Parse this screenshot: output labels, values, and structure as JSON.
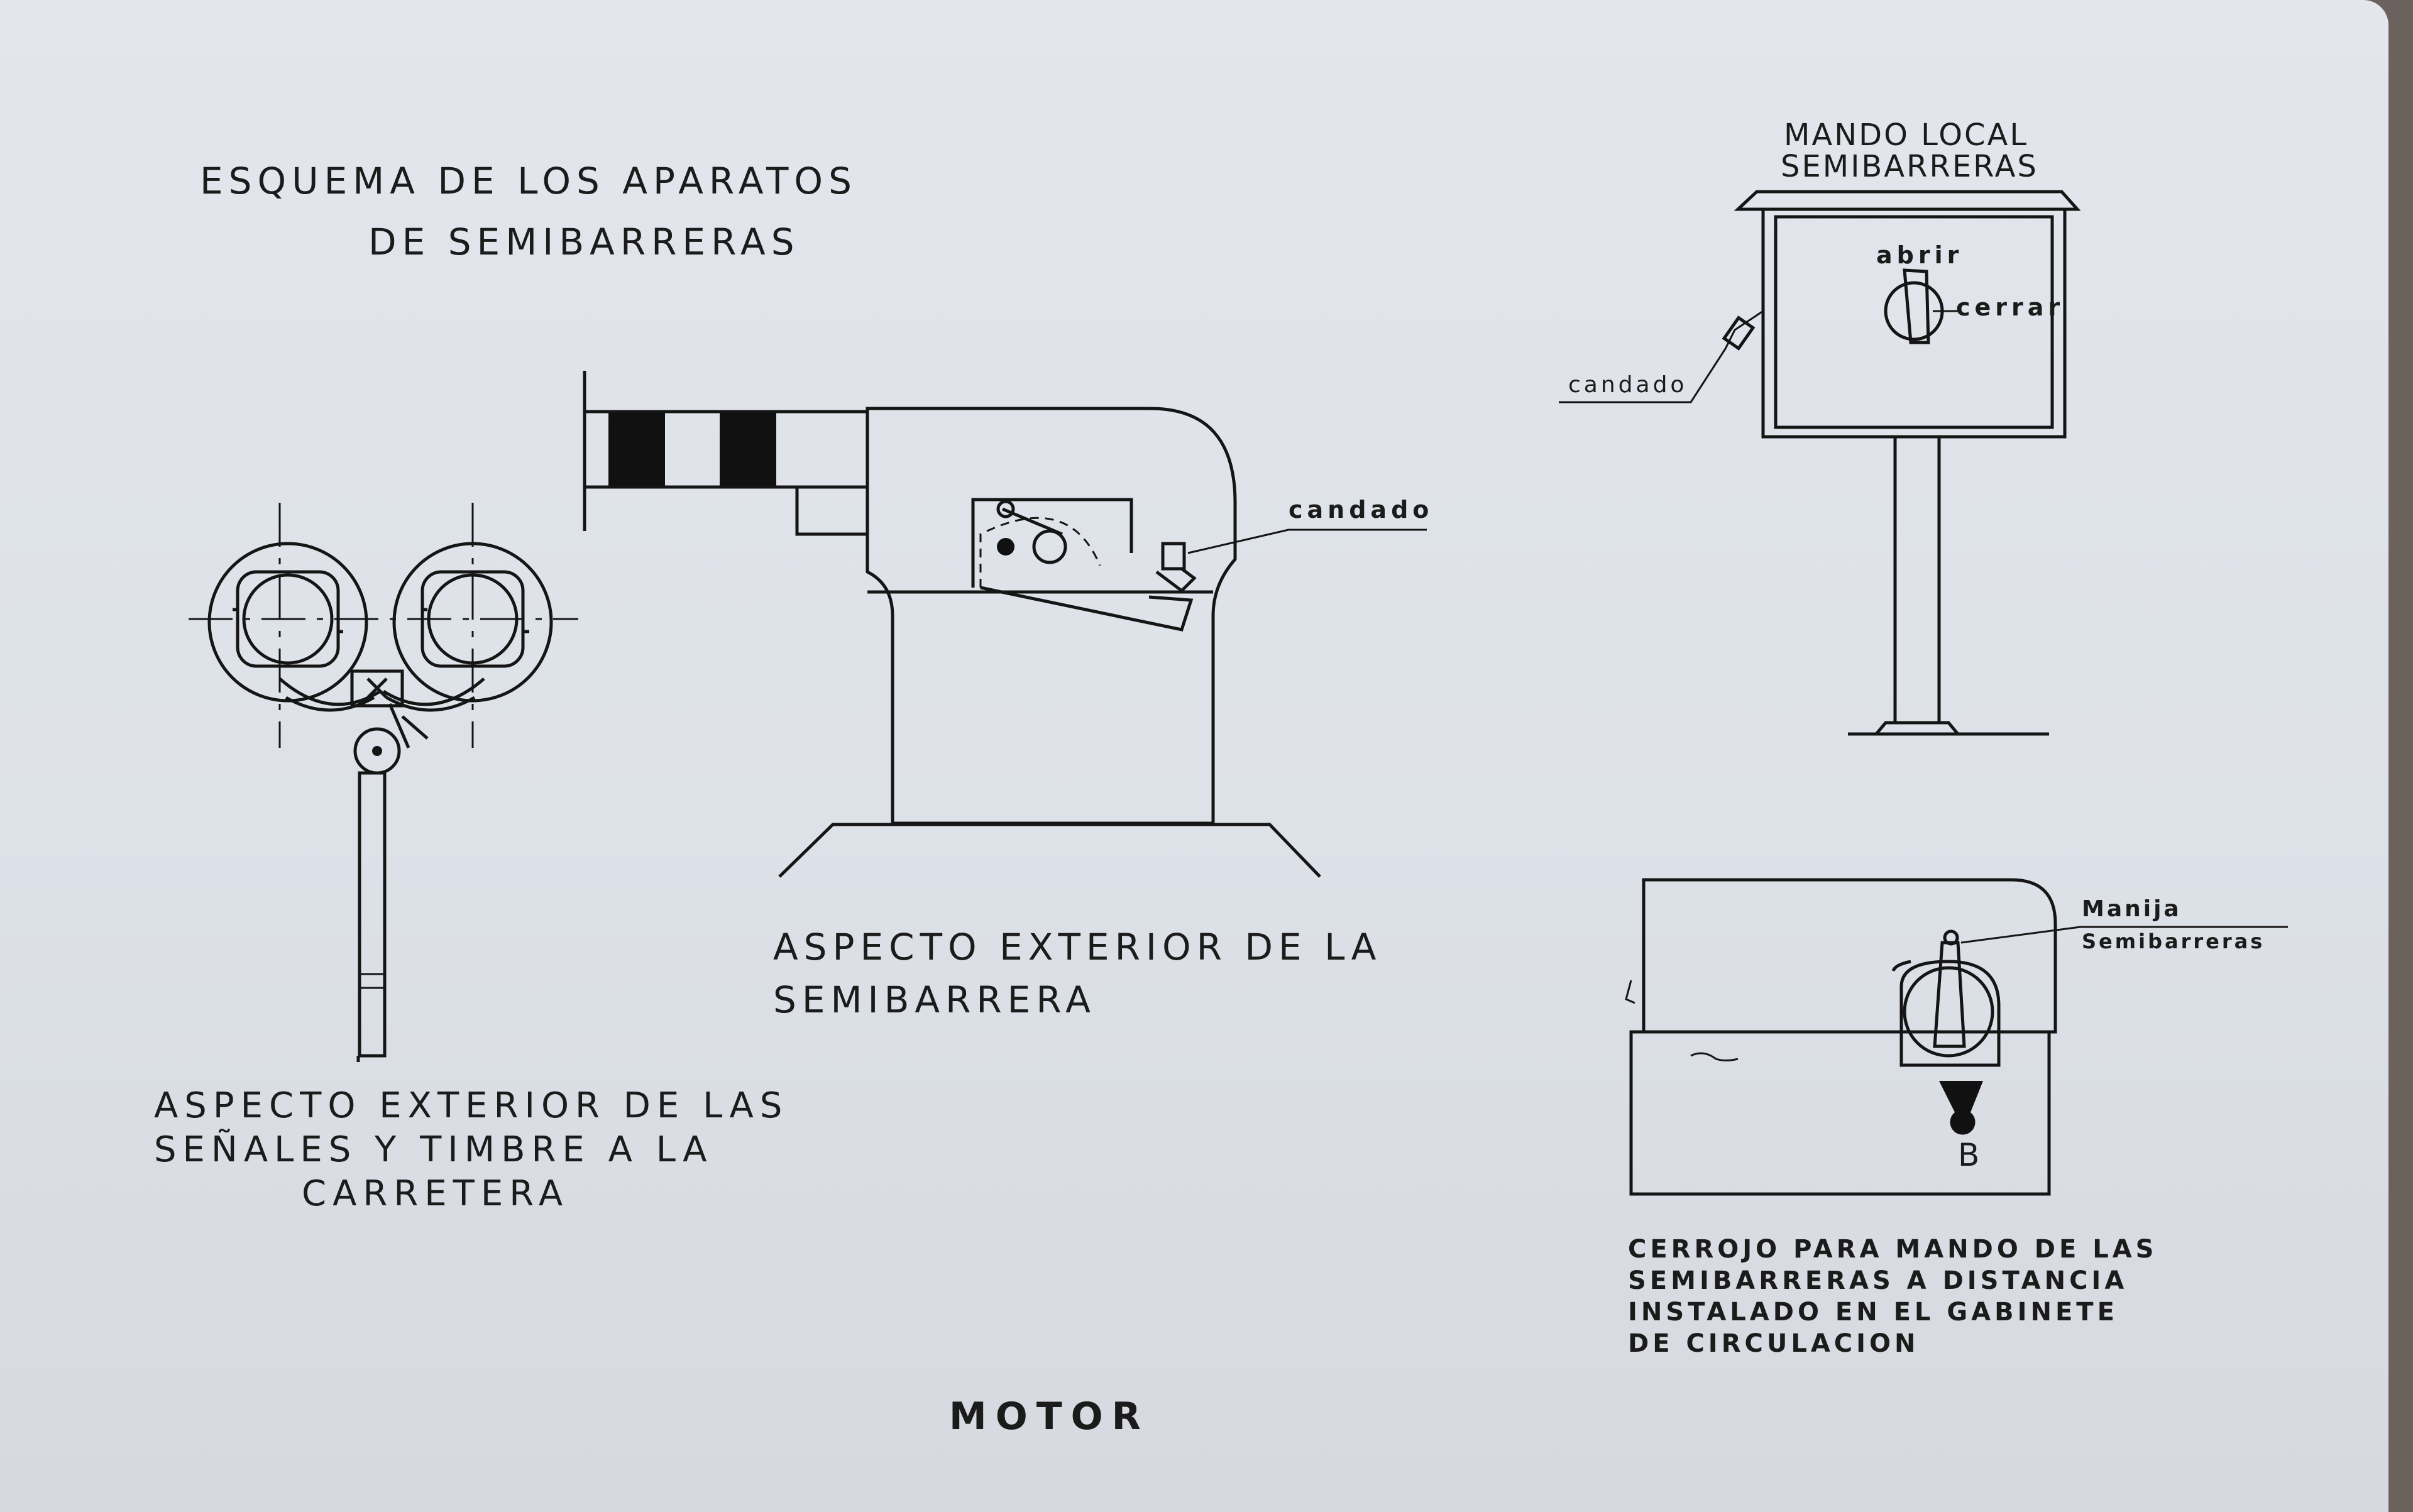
{
  "diagram": {
    "title": [
      "ESQUEMA  DE LOS APARATOS",
      "DE SEMIBARRERAS"
    ],
    "signals_caption": [
      "ASPECTO EXTERIOR DE LAS",
      "SEÑALES Y TIMBRE A LA",
      "CARRETERA"
    ],
    "barrier_caption": [
      "ASPECTO  EXTERIOR  DE LA",
      "SEMIBARRERA"
    ],
    "barrier_lock_label": "candado",
    "local_control_title": [
      "MANDO LOCAL",
      "SEMIBARRERAS"
    ],
    "local_control_open": "abrir",
    "local_control_close": "cerrar",
    "local_control_lock_label": "candado",
    "handle_label": [
      "Manija",
      "Semibarreras"
    ],
    "key_label": "B",
    "remote_caption": [
      "CERROJO PARA MANDO DE LAS",
      "SEMIBARRERAS  A  DISTANCIA",
      "INSTALADO  EN  EL  GABINETE",
      "DE  CIRCULACION"
    ],
    "footer": "MOTOR"
  }
}
